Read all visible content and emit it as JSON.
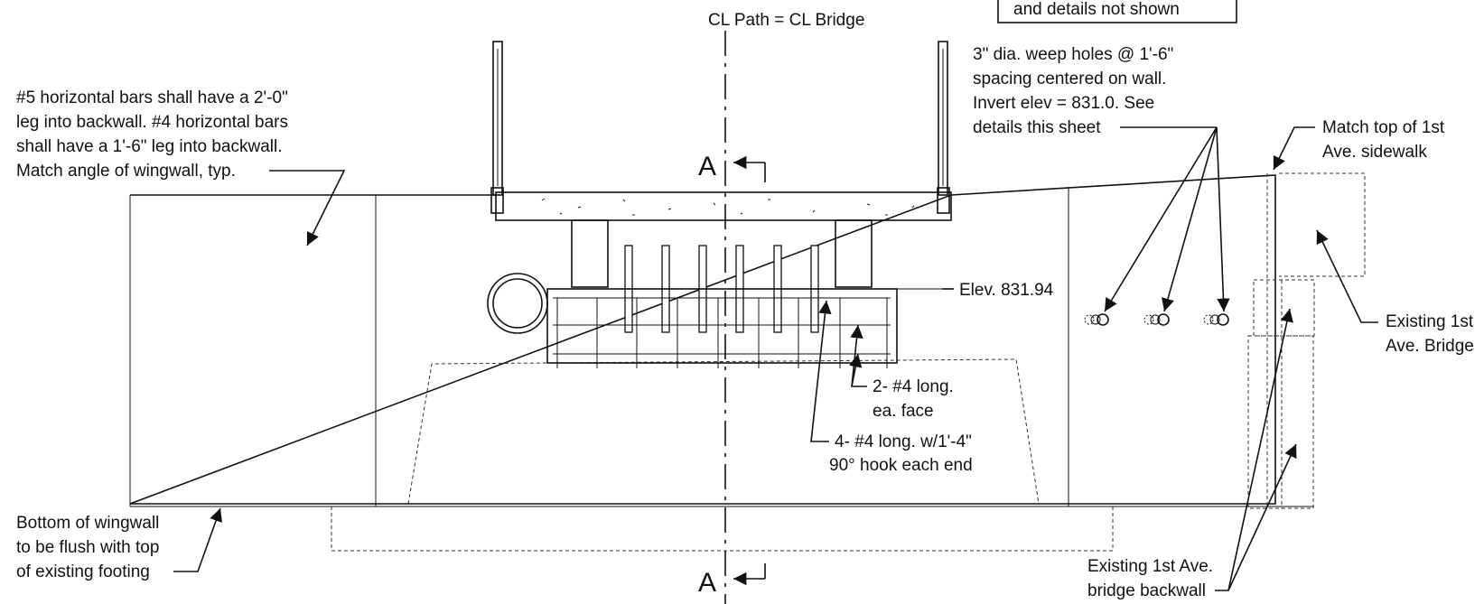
{
  "drawing": {
    "centerline_label": "CL Path = CL Bridge",
    "boxed_note": "and details not shown",
    "section_marker_top": "A",
    "section_marker_bottom": "A",
    "notes": {
      "wingwall_bars": [
        "#5 horizontal bars shall have a 2'-0\"",
        "leg into backwall.  #4 horizontal bars",
        "shall have a 1'-6\" leg into backwall.",
        "Match angle of wingwall, typ."
      ],
      "weep_holes": [
        "3\" dia. weep holes @ 1'-6\"",
        "spacing centered on wall.",
        "Invert elev = 831.0. See",
        "details this sheet"
      ],
      "match_sidewalk": [
        "Match top of 1st",
        "Ave. sidewalk"
      ],
      "elevation": "Elev. 831.94",
      "existing_bridge": [
        "Existing 1st",
        "Ave. Bridge"
      ],
      "long_bars_face": [
        "2- #4 long.",
        "ea. face"
      ],
      "long_bars_hook": [
        "4- #4 long. w/1'-4\"",
        "90° hook each end"
      ],
      "wingwall_bottom": [
        "Bottom of wingwall",
        "to be flush with top",
        "of existing footing"
      ],
      "existing_backwall": [
        "Existing 1st Ave.",
        "bridge backwall"
      ]
    }
  }
}
